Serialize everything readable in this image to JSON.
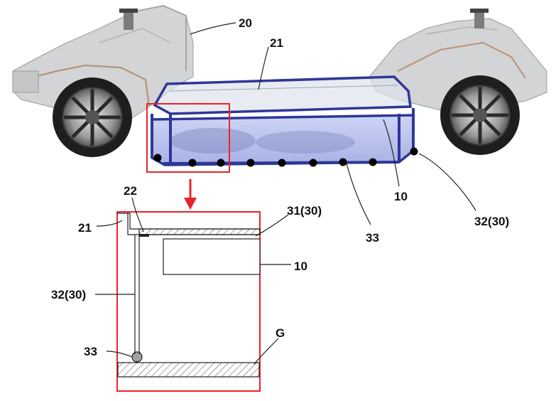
{
  "labels": {
    "l20": "20",
    "l21_top": "21",
    "l10_main": "10",
    "l33_main": "33",
    "l32_main": "32(30)",
    "l22": "22",
    "l21_detail": "21",
    "l31": "31(30)",
    "l10_detail": "10",
    "l32_detail": "32(30)",
    "l33_detail": "33",
    "lG": "G"
  },
  "colors": {
    "frame_blue": "#2e3796",
    "fill_blue": "#b9c2f2",
    "highlight_red": "#e8242a",
    "seal_dot": "#000000",
    "car_gray": "#c9cbcd"
  },
  "icons": {
    "arrow": "red-down-arrow",
    "wheel": "car-wheel",
    "hatch": "diagonal-hatch"
  }
}
